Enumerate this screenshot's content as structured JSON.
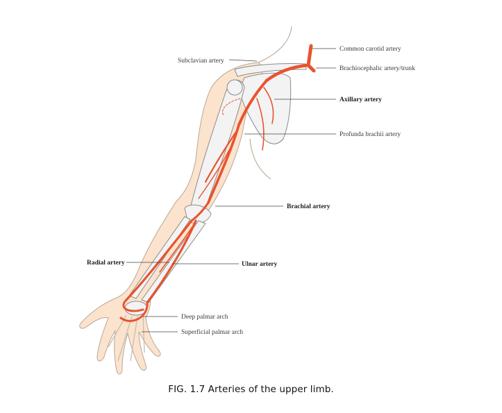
{
  "labels": {
    "subclavian": "Subclavian artery",
    "common_carotid": "Common carotid artery",
    "brachiocephalic": "Brachiocephalic artery/trunk",
    "axillary": "Axillary artery",
    "profunda_brachii": "Profunda brachii artery",
    "brachial": "Brachial artery",
    "radial": "Radial artery",
    "ulnar": "Ulnar artery",
    "deep_palmar_arch": "Deep palmar arch",
    "superficial_palmar_arch": "Superficial palmar arch"
  },
  "caption": "FIG. 1.7 Arteries of the upper limb.",
  "colors": {
    "artery": "#e8532f",
    "skin": "#fbe3cd",
    "skin_outline": "#b8a796",
    "bone": "#f3f3f3",
    "bone_outline": "#8a8a8a"
  }
}
